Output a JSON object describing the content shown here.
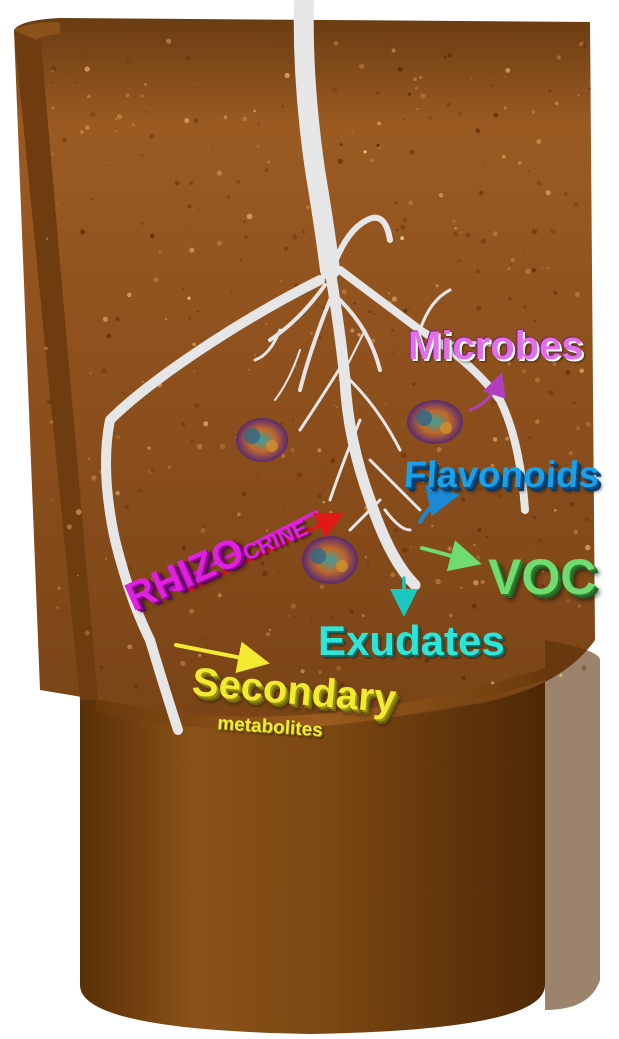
{
  "labels": {
    "microbes": "Microbes",
    "flavonoids": "Flavonoids",
    "voc": "VOC",
    "exudates": "Exudates",
    "rhizocrine_big": "RHIZO",
    "rhizocrine_small": "CRINE",
    "secondary": "Secondary",
    "metabolites": "metabolites"
  },
  "colors": {
    "soil": "#8a4e1c",
    "pot": "#7a4614",
    "root": "#e8e8e8",
    "microbes": "#e070e8",
    "flavonoids": "#1aa0e6",
    "voc": "#6fdc6f",
    "exudates": "#2ee6d8",
    "secondary": "#f2ea30",
    "rhizocrine": "#e020e0",
    "red_arrow": "#e01818"
  },
  "icons": [
    "microbe-cluster-icon",
    "microbe-cluster-icon",
    "microbe-cluster-icon"
  ]
}
